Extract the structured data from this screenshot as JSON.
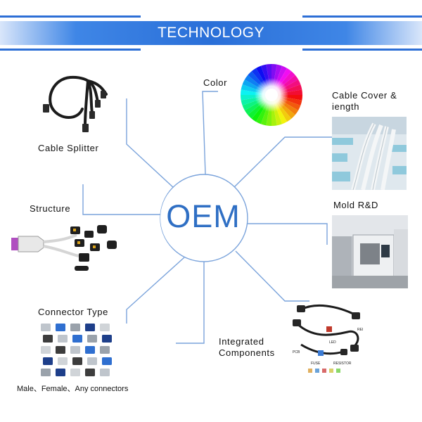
{
  "banner": {
    "title": "TECHNOLOGY"
  },
  "hub": {
    "text": "OEM"
  },
  "labels": {
    "color": "Color",
    "cable_cover_1": "Cable Cover &",
    "cable_cover_2": "iength",
    "cable_splitter": "Cable Splitter",
    "structure": "Structure",
    "mold": "Mold R&D",
    "connector_type": "Connector Type",
    "integrated_1": "Integrated",
    "integrated_2": "Components",
    "connectors_caption": "Male、Female、Any connectors"
  },
  "component_tags": {
    "pcb": "PCB",
    "led": "LED",
    "fuse": "FUSE",
    "resistor": "RESISTOR",
    "rei": "REI"
  },
  "colors": {
    "accent": "#2d6fd6",
    "line": "#6f9bd6",
    "hub_text": "#2f6fc4"
  }
}
